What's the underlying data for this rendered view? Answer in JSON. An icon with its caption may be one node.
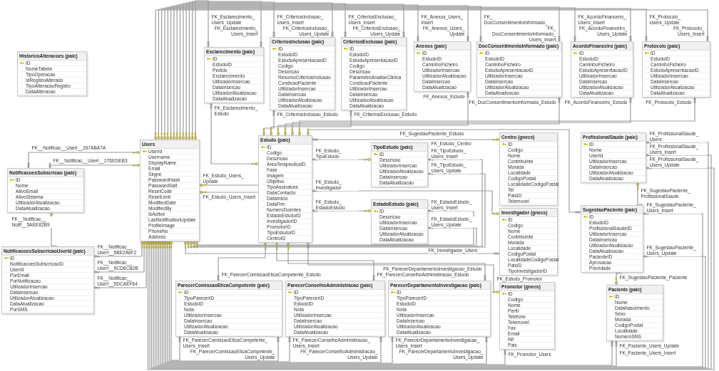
{
  "diagram": {
    "nodes": [
      {
        "text": [
          "HistoricoAlteracoes (paic)",
          "ID",
          "NomeTabela",
          "TipoOperacao",
          "IdRegistoAlterado",
          "TipoAlteracaoRegisto",
          "DataAlteracao"
        ]
      },
      {
        "text": [
          "Esclarecimento (paic)",
          "ID",
          "EstudoID",
          "Pedido",
          "Esclarecimento",
          "UtilizadorInsercao",
          "DataInsercao",
          "UtilizadorAtualizacao",
          "DataAtualizacao"
        ]
      },
      {
        "text": [
          "CriteriosInclusao (paic)",
          "ID",
          "EstudoID",
          "EstudoApresentacaoID",
          "Codigo",
          "Descricao",
          "ResumoCriteriosInclusao",
          "CondicaoPaciente",
          "UtilizadorInsercao",
          "DataInsercao",
          "UtilizadorAtualizacao",
          "DataAtualizacao"
        ]
      },
      {
        "text": [
          "CriteriosExclusao (paic)",
          "ID",
          "EstudoID",
          "EstudoApresentacaoID",
          "Codigo",
          "Descricao",
          "ParametroAnaliseClinica",
          "CondicaoPaciente",
          "UtilizadorInsercao",
          "DataInsercao",
          "UtilizadorAtualizacao",
          "DataAtualizacao"
        ]
      },
      {
        "text": [
          "Anexos (paic)",
          "ID",
          "EstudoID",
          "CaminhoFicheiro",
          "UtilizadorInsercao",
          "UtilizadorAtualizacao",
          "DataInsercao",
          "DataAtualizacao"
        ]
      },
      {
        "text": [
          "DocConsentimentoInformado (paic)",
          "ID",
          "EstudoID",
          "CaminhoFicheiro",
          "EstudoApresentacaoID",
          "UtilizadorInsercao",
          "DataInsercao",
          "UtilizadorAtualizacao",
          "DataAtualizacao"
        ]
      },
      {
        "text": [
          "AcordoFinanceiro (paic)",
          "ID",
          "EstudoID",
          "CaminhoFicheiro",
          "EstudoApresentacaoID",
          "UtilizadorInsercao",
          "DataInsercao",
          "UtilizadorAtualizacao",
          "DataAtualizacao"
        ]
      },
      {
        "text": [
          "Protocolo (paic)",
          "ID",
          "EstudoID",
          "CaminhoFicheiro",
          "EstudoApresentacaoID",
          "UtilizadorInsercao",
          "DataInsercao",
          "UtilizadorAtualizacao",
          "DataAtualizacao"
        ]
      },
      {
        "text": [
          "NotificacoesSubscricao (paic)",
          "ID",
          "Nome",
          "AtivoEmail",
          "AtivoSistema",
          "UtilizadorAtualizacao",
          "DataAtualizacao"
        ]
      },
      {
        "text": [
          "NotificacoesSubscricaoUserId (paic)",
          "ID",
          "NotificacoesSubscricaoID",
          "UserId",
          "PorEmail",
          "PorNotificacao",
          "UtilizadorInsercao",
          "DataInsercao",
          "UtilizadorAtualizacao",
          "DataAtualizacao",
          "PorSMS"
        ]
      },
      {
        "text": [
          "Users",
          "UserId",
          "Username",
          "DisplayName",
          "Email",
          "Skype",
          "PasswordHash",
          "PasswordSalt",
          "ResetCode",
          "ResetLimit",
          "ModifiedDate",
          "ModifiedBy",
          "IsActive",
          "LastNotificationUpdate",
          "ProfileImage",
          "PhoneNo",
          "Address"
        ]
      },
      {
        "text": [
          "Estudo (paic)",
          "ID",
          "Codigo",
          "Descricao",
          "AreaTerapeuticaID",
          "Fase",
          "Imagem",
          "Objetivo",
          "TipoAssinatura",
          "DataContacto",
          "DataInicio",
          "DataFim",
          "NumeroDoentes",
          "EstadoEstudoID",
          "InvestigadorID",
          "PromotorID",
          "TipoEstudoID",
          "CentroID"
        ]
      },
      {
        "text": [
          "TipoEstudo (paic)",
          "ID",
          "Descricao",
          "UtilizadorInsercao",
          "UtilizadorAtualizacao",
          "DataInsercao",
          "DataAtualizacao"
        ]
      },
      {
        "text": [
          "EstadoEstudo (paic)",
          "ID",
          "Descricao",
          "UtilizadorInsercao",
          "DataInsercao",
          "UtilizadorAtualizacao",
          "DataAtualizacao"
        ]
      },
      {
        "text": [
          "Centro (gnecs)",
          "ID",
          "Codigo",
          "Nome",
          "Contribuinte",
          "Morada",
          "Localidade",
          "CodigoPostal",
          "LocalidadeCodigoPostal",
          "Tel",
          "PaisID",
          "Telemovel"
        ]
      },
      {
        "text": [
          "Investigador (gnecs)",
          "ID",
          "Codigo",
          "Nome",
          "Contribuinte",
          "Morada",
          "Localidade",
          "CodigoPostal",
          "LocalidadeCodigoPostal",
          "PaisID",
          "TipoInvestigadorID"
        ]
      },
      {
        "text": [
          "ProfissionalSaude (paic)",
          "ID",
          "Nome",
          "UserId",
          "UtilizadorInsercao",
          "DataInsercao",
          "UtilizadorAtualizacao",
          "DataAtualizacao"
        ]
      },
      {
        "text": [
          "SugestaoPaciente (paic)",
          "ID",
          "EstudoID",
          "ProfissionalSaudeID",
          "UtilizadorInsercao",
          "DataInsercao",
          "UtilizadorAtualizacao",
          "DataAtualizacao",
          "PacienteID",
          "Aprovacao",
          "Prioridade"
        ]
      },
      {
        "text": [
          "Paciente (paic)",
          "ID",
          "Nome",
          "DataNascimento",
          "Sexo",
          "Morada",
          "CodigoPostal",
          "Localidade",
          "NumeroSNS"
        ]
      },
      {
        "text": [
          "Promotor (gnecs)",
          "ID",
          "Codigo",
          "Nome",
          "Perfil",
          "Telefone",
          "Telemovel",
          "Fax",
          "Email",
          "Nif",
          "Pais"
        ]
      },
      {
        "text": [
          "ParecerComissaoEticaCompetente (paic)",
          "ID",
          "TipoParecerID",
          "EstudoID",
          "Nota",
          "UtilizadorInsercao",
          "DataInsercao",
          "UtilizadorAtualizacao",
          "DataAtualizacao"
        ]
      },
      {
        "text": [
          "ParecerConselhoAdministracao (paic)",
          "ID",
          "TipoParecerID",
          "EstudoID",
          "Nota",
          "UtilizadorInsercao",
          "DataInsercao",
          "UtilizadorAtualizacao",
          "DataAtualizacao"
        ]
      },
      {
        "text": [
          "ParecerDepartamentoInvestigacao (paic)",
          "ID",
          "TipoParecerID",
          "EstudoID",
          "Nota",
          "UtilizadorInsercao",
          "DataInsercao",
          "UtilizadorAtualizacao",
          "DataAtualizacao"
        ]
      }
    ],
    "edges": [
      {
        "from": 1,
        "to": 10,
        "arrow": "other",
        "label": "FK_Esclarecimento_Users_Update"
      },
      {
        "from": 1,
        "to": 10,
        "arrow": "other",
        "label": "FK_Esclarecimento_Users_Insert"
      },
      {
        "from": 1,
        "to": 11,
        "arrow": "other",
        "label": "FK_Esclarecimento_Estudo"
      },
      {
        "from": 2,
        "to": 10,
        "arrow": "other",
        "label": "FK_CriteriosInclusao_Users_Insert"
      },
      {
        "from": 2,
        "to": 10,
        "arrow": "other",
        "label": "FK_CriteriosInclusao_Users_Update"
      },
      {
        "from": 2,
        "to": 11,
        "arrow": "other",
        "label": "FK_CriteriosInclusao_Estudo"
      },
      {
        "from": 3,
        "to": 10,
        "arrow": "other",
        "label": "FK_CriteriosExclusao_Users_Insert"
      },
      {
        "from": 3,
        "to": 10,
        "arrow": "other",
        "label": "FK_CriteriosExclusao_Users_Update"
      },
      {
        "from": 3,
        "to": 11,
        "arrow": "other",
        "label": "FK_CriteriosExclusao_Estudo"
      },
      {
        "from": 12,
        "to": 10,
        "arrow": "other",
        "label": "FK_TipoEstudo_Users_Insert"
      },
      {
        "from": 12,
        "to": 10,
        "arrow": "other",
        "label": "FK_TipoEstudo_Users_Update"
      },
      {
        "from": 4,
        "to": 10,
        "arrow": "other",
        "label": "FK_Anexos_Users_Insert"
      },
      {
        "from": 4,
        "to": 10,
        "arrow": "other",
        "label": "FK_Anexos_Users_Update"
      },
      {
        "from": 4,
        "to": 11,
        "arrow": "other",
        "label": "FK_Anexos_Estudo"
      },
      {
        "from": 5,
        "to": 10,
        "arrow": "other",
        "label": "FK_DocConsentimentoInformado_Users_Update"
      },
      {
        "from": 5,
        "to": 10,
        "arrow": "other",
        "label": "FK_DocConsentimentoInformado_Users_Insert"
      },
      {
        "from": 5,
        "to": 11,
        "arrow": "other",
        "label": "FK_DocConsentimentoInformado_Estudo"
      },
      {
        "from": 6,
        "to": 10,
        "arrow": "other",
        "label": "FK_AcordoFinanceiro_Users_Insert"
      },
      {
        "from": 6,
        "to": 10,
        "arrow": "other",
        "label": "FK_AcordoFinanceiro_Users_Update"
      },
      {
        "from": 6,
        "to": 11,
        "arrow": "other",
        "label": "FK_AcordoFinanceiro_Estudo"
      },
      {
        "from": 7,
        "to": 10,
        "arrow": "other",
        "label": "FK_Protocolo_Users_Update"
      },
      {
        "from": 7,
        "to": 10,
        "arrow": "other",
        "label": "FK_Protocolo_Users_Insert"
      },
      {
        "from": 7,
        "to": 11,
        "arrow": "other",
        "label": "FK_Protocolo_Estudo"
      },
      {
        "from": 8,
        "to": 10,
        "arrow": "other",
        "label": "FK__Notificac__UserI__267ABA7A"
      },
      {
        "from": 8,
        "to": 10,
        "arrow": "other",
        "label": "FK__Notificac__UserI__276EDEB3"
      },
      {
        "from": 9,
        "to": 8,
        "arrow": "other",
        "label": "FK__Notificac__Notif__5AEE82B9"
      },
      {
        "from": 9,
        "to": 10,
        "arrow": "other",
        "label": "FK__Notificac__UserI__5BE2A6F2"
      },
      {
        "from": 9,
        "to": 10,
        "arrow": "other",
        "label": "FK__Notificac__UserI__5CD6CB2B"
      },
      {
        "from": 9,
        "to": 10,
        "arrow": "other",
        "label": "FK__Notificac__UserI__5DCAEF64"
      },
      {
        "from": 11,
        "to": 10,
        "arrow": "other",
        "label": "FK_Estudo_Users_Update"
      },
      {
        "from": 11,
        "to": 10,
        "arrow": "other",
        "label": "FK_Estudo_Users_Insert"
      },
      {
        "from": 11,
        "to": 14,
        "arrow": "other",
        "label": "FK_Estudo_Centro"
      },
      {
        "from": 11,
        "to": 12,
        "arrow": "other",
        "label": "FK_Estudo_TipoEstudo"
      },
      {
        "from": 11,
        "to": 15,
        "arrow": "other",
        "label": "FK_Estudo_Investigador"
      },
      {
        "from": 11,
        "to": 13,
        "arrow": "other",
        "label": "FK_Estudo_EstadoEstudo"
      },
      {
        "from": 11,
        "to": 19,
        "arrow": "other",
        "label": "FK_Estudo_Promotor"
      },
      {
        "from": 20,
        "to": 11,
        "arrow": "other",
        "label": "FK_ParecerComissaoEticaCompetente_Estudo"
      },
      {
        "from": 21,
        "to": 11,
        "arrow": "other",
        "label": "FK_ParecerConselhoAdministracao_Estudo"
      },
      {
        "from": 22,
        "to": 11,
        "arrow": "other",
        "label": "FK_ParecerDepartamentoInvestigacao_Estudo"
      },
      {
        "from": 20,
        "to": 10,
        "arrow": "other",
        "label": "FK_ParecerComissaoEticaCompetente_Users_Insert"
      },
      {
        "from": 20,
        "to": 10,
        "arrow": "other",
        "label": "FK_ParecerComissaoEticaCompetente_Users_Update"
      },
      {
        "from": 21,
        "to": 10,
        "arrow": "other",
        "label": "FK_ParecerConselhoAdministracao_Users_Insert"
      },
      {
        "from": 21,
        "to": 10,
        "arrow": "other",
        "label": "FK_ParecerConselhoAdministracao_Users_Update"
      },
      {
        "from": 22,
        "to": 10,
        "arrow": "other",
        "label": "FK_ParecerDepartamentoInvestigacao_Users_Insert"
      },
      {
        "from": 22,
        "to": 10,
        "arrow": "other",
        "label": "FK_ParecerDepartamentoInvestigacao_Users_Update"
      },
      {
        "from": 13,
        "to": 10,
        "arrow": "other",
        "label": "FK_EstadoEstudo_Users_Insert"
      },
      {
        "from": 13,
        "to": 10,
        "arrow": "other",
        "label": "FK_EstadoEstudo_Users_Update"
      },
      {
        "from": 19,
        "to": 10,
        "arrow": "other",
        "label": "FK_Promotor_Users"
      },
      {
        "from": 15,
        "to": 10,
        "arrow": "other",
        "label": "FK_Investigador_Users"
      },
      {
        "from": 18,
        "to": 10,
        "arrow": "other",
        "label": "FK_Paciente_Users_Update"
      },
      {
        "from": 18,
        "to": 10,
        "arrow": "other",
        "label": "FK_Paciente_Users_Insert"
      },
      {
        "from": 17,
        "to": 10,
        "arrow": "other",
        "label": "FK_SugestaoPaciente_Users_Insert"
      },
      {
        "from": 17,
        "to": 10,
        "arrow": "other",
        "label": "FK_SugestaoPaciente_Users_Update"
      },
      {
        "from": 16,
        "to": 10,
        "arrow": "other",
        "label": "FK_ProfissionalSaude_Users"
      },
      {
        "from": 16,
        "to": 10,
        "arrow": "other",
        "label": "FK_ProfissionalSaude_Users_Insert"
      },
      {
        "from": 16,
        "to": 10,
        "arrow": "other",
        "label": "FK_ProfissionalSaude_Users_Update"
      },
      {
        "from": 17,
        "to": 16,
        "arrow": "other",
        "label": "FK_SugestaoPaciente_ProfissionalSaude"
      },
      {
        "from": 17,
        "to": 11,
        "arrow": "other",
        "label": "FK_SugestaoPaciente_Estudo"
      },
      {
        "from": 17,
        "to": 18,
        "arrow": "other",
        "label": "FK_SugestaoPaciente_Paciente"
      }
    ]
  }
}
